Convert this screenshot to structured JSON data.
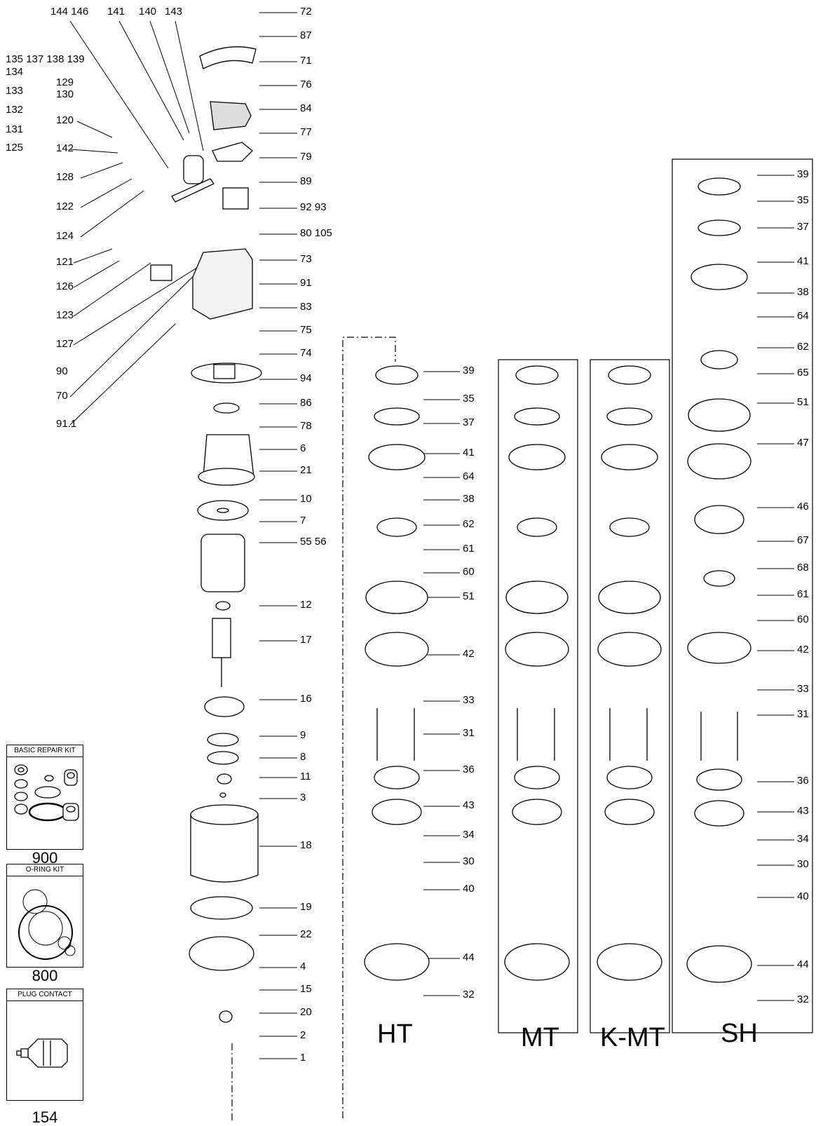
{
  "variants": [
    "HT",
    "MT",
    "K-MT",
    "SH"
  ],
  "kits": [
    {
      "title": "BASIC REPAIR KIT",
      "number": "900"
    },
    {
      "title": "O-RING KIT",
      "number": "800"
    },
    {
      "title": "PLUG CONTACT",
      "number": "154"
    }
  ],
  "left_column_labels": [
    "135 137 138 139",
    "134",
    "133",
    "132",
    "131",
    "125"
  ],
  "top_labels": [
    "144 146",
    "141",
    "140",
    "143",
    "129",
    "130",
    "120",
    "142",
    "128",
    "122",
    "124",
    "121",
    "126",
    "123",
    "127",
    "90",
    "70",
    "91.1"
  ],
  "main_callouts": [
    "72",
    "87",
    "71",
    "76",
    "84",
    "77",
    "79",
    "89",
    "92 93",
    "80 105",
    "73",
    "91",
    "83",
    "75",
    "74",
    "94",
    "86",
    "78",
    "6",
    "21",
    "10",
    "7",
    "55 56",
    "12",
    "17",
    "16",
    "9",
    "8",
    "11",
    "3",
    "18",
    "19",
    "22",
    "4",
    "15",
    "20",
    "2",
    "1"
  ],
  "ht_callouts": [
    "39",
    "35",
    "37",
    "41",
    "64",
    "38",
    "62",
    "61",
    "60",
    "51",
    "42",
    "33",
    "31",
    "36",
    "43",
    "34",
    "30",
    "40",
    "44",
    "32"
  ],
  "sh_callouts": [
    "39",
    "35",
    "37",
    "41",
    "38",
    "64",
    "62",
    "65",
    "51",
    "47",
    "46",
    "67",
    "68",
    "61",
    "60",
    "42",
    "33",
    "31",
    "36",
    "43",
    "34",
    "30",
    "40",
    "44",
    "32"
  ]
}
